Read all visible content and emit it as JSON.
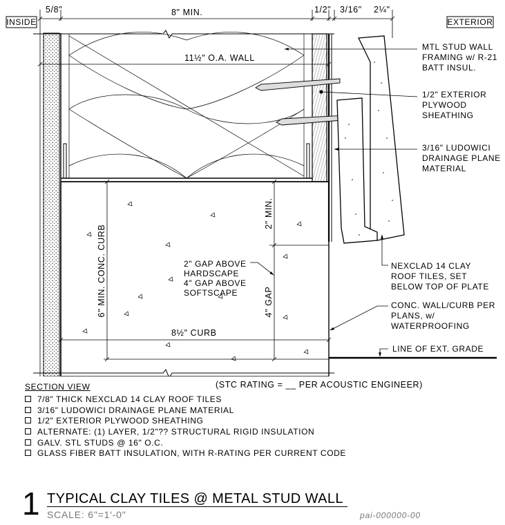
{
  "tags": {
    "inside": "INSIDE",
    "exterior": "EXTERIOR"
  },
  "dims": {
    "top_58": "5/8\"",
    "top_8min": "8\" MIN.",
    "top_12": "1/2\"",
    "top_316": "3/16\"",
    "top_214": "2¼\"",
    "oa_wall": "11½\" O.A. WALL",
    "curb_height": "6\" MIN. CONC. CURB",
    "gap_2min": "2\" MIN.",
    "gap_4": "4\" GAP",
    "curb_width": "8½\" CURB"
  },
  "callouts": {
    "stud_framing": [
      "MTL STUD WALL",
      "FRAMING w/ R-21",
      "BATT INSUL."
    ],
    "plywood": [
      "1/2\" EXTERIOR",
      "PLYWOOD",
      "SHEATHING"
    ],
    "drainage": [
      "3/16\" LUDOWICI",
      "DRAINAGE PLANE",
      "MATERIAL"
    ],
    "tiles": [
      "NEXCLAD 14 CLAY",
      "ROOF TILES, SET",
      "BELOW TOP OF PLATE"
    ],
    "curb": [
      "CONC. WALL/CURB PER",
      "PLANS, w/",
      "WATERPROOFING"
    ],
    "grade": "LINE OF EXT. GRADE",
    "gap_note": [
      "2\" GAP ABOVE",
      "HARDSCAPE",
      "4\" GAP ABOVE",
      "SOFTSCAPE"
    ]
  },
  "notes": {
    "heading": "SECTION VIEW",
    "stc": "(STC RATING = __ PER ACOUSTIC ENGINEER)",
    "items": [
      "7/8\" THICK NEXCLAD 14 CLAY ROOF TILES",
      "3/16\" LUDOWICI DRAINAGE PLANE MATERIAL",
      "1/2\" EXTERIOR PLYWOOD SHEATHING",
      "ALTERNATE: (1) LAYER, 1/2\"?? STRUCTURAL RIGID INSULATION",
      "GALV. STL STUDS @ 16\" O.C.",
      "GLASS FIBER BATT INSULATION, WITH R-RATING PER CURRENT CODE"
    ]
  },
  "title": {
    "number": "1",
    "text": "TYPICAL CLAY TILES @ METAL STUD WALL",
    "scale": "SCALE: 6\"=1'-0\"",
    "code": "pai-000000-00"
  }
}
